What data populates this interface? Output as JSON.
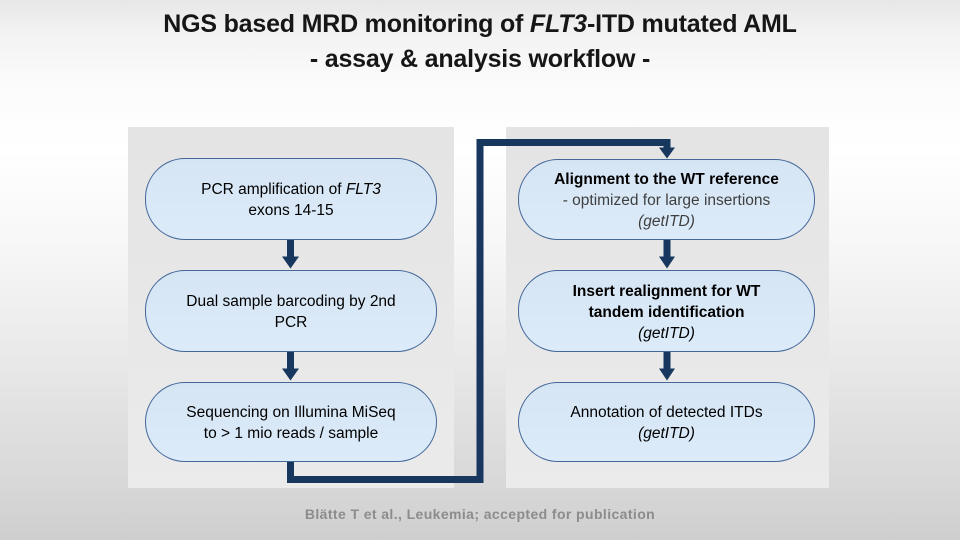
{
  "title": {
    "line1": [
      {
        "t": "NGS based MRD monitoring of "
      },
      {
        "t": "FLT3",
        "i": true
      },
      {
        "t": "-ITD mutated AML"
      }
    ],
    "line2": [
      {
        "t": "- assay & analysis workflow -"
      }
    ]
  },
  "boxes": {
    "left": [
      {
        "name": "pcr-amplification",
        "lines": [
          [
            {
              "t": "PCR amplification of "
            },
            {
              "t": "FLT3",
              "i": true
            }
          ],
          [
            {
              "t": "exons 14-15"
            }
          ]
        ]
      },
      {
        "name": "dual-sample-barcoding",
        "lines": [
          [
            {
              "t": "Dual sample barcoding by 2nd"
            }
          ],
          [
            {
              "t": "PCR"
            }
          ]
        ]
      },
      {
        "name": "sequencing",
        "lines": [
          [
            {
              "t": "Sequencing on Illumina MiSeq"
            }
          ],
          [
            {
              "t": "to > 1 mio reads / sample"
            }
          ]
        ]
      }
    ],
    "right": [
      {
        "name": "alignment",
        "lines": [
          [
            {
              "t": "Alignment to the WT reference",
              "b": true
            }
          ],
          [
            {
              "t": "- optimized for large insertions",
              "muted": true
            }
          ],
          [
            {
              "t": "(getITD)",
              "i": true,
              "muted": true
            }
          ]
        ]
      },
      {
        "name": "insert-realignment",
        "lines": [
          [
            {
              "t": "Insert realignment for WT",
              "b": true
            }
          ],
          [
            {
              "t": "tandem identification",
              "b": true
            }
          ],
          [
            {
              "t": "(getITD)",
              "i": true
            }
          ]
        ]
      },
      {
        "name": "annotation",
        "lines": [
          [
            {
              "t": "Annotation of detected ITDs"
            }
          ],
          [
            {
              "t": "(getITD)",
              "i": true
            }
          ]
        ]
      }
    ]
  },
  "footer": {
    "citation": "Blätte T et al., Leukemia; accepted for publication"
  },
  "colors": {
    "title_text": "#161616",
    "box_fill": "#d9e7f5",
    "box_border": "#44689a",
    "connector": "#17375e",
    "panel": "#e6e6e6",
    "muted_text": "#3f3f3f",
    "footer_text": "#8c8c8c"
  }
}
